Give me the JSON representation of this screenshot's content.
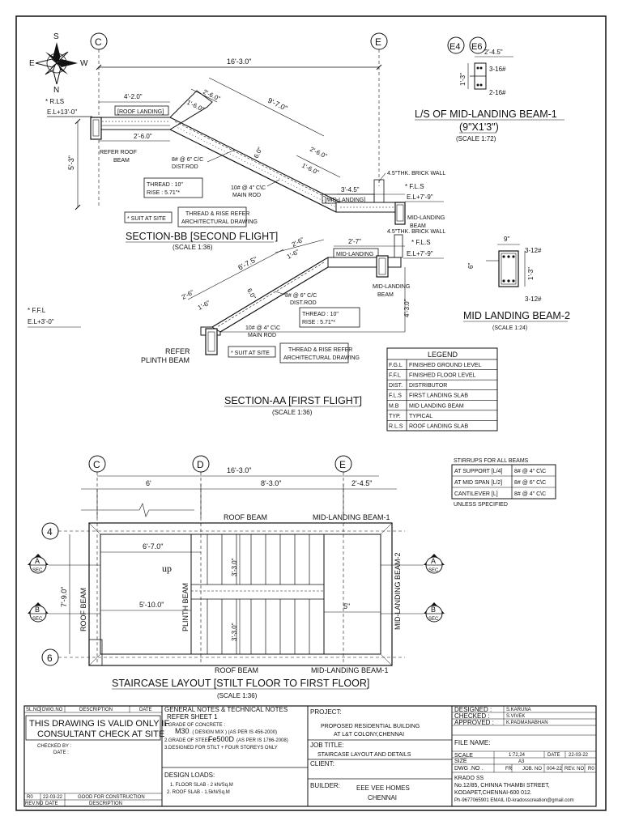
{
  "compass": {
    "n": "N",
    "s": "S",
    "e": "E",
    "w": "W"
  },
  "grid": {
    "c": "C",
    "d": "D",
    "e": "E",
    "e4": "E4",
    "e6": "E6",
    "r4": "4",
    "r6": "6"
  },
  "section_bb": {
    "title": "SECTION-BB [SECOND FLIGHT]",
    "scale": "(SCALE 1:36)",
    "overall": "16'-3.0\"",
    "rls": "* R.LS",
    "el_top": "E.L+13'-0\"",
    "roof_landing_span": "4'-2.0\"",
    "roof_landing": "[ROOF LANDING]",
    "roof_landing_dim": "2'-6.0\"",
    "refer_roof_beam_1": "REFER ROOF",
    "refer_roof_beam_2": "BEAM",
    "height_dim": "5'-3\"",
    "dim_26_top": "2'-6.0\"",
    "dim_16_top": "1'-6.0\"",
    "dim_97": "9'-7.0\"",
    "dim_60": "6.0\"",
    "dim_26_low": "2'-6.0\"",
    "dim_16_low": "1'-6.0\"",
    "dist_rod_1": "8# @ 6\" C/C",
    "dist_rod_2": "DIST.ROD",
    "main_rod_1": "10# @ 4\" C\\C",
    "main_rod_2": "MAIN ROD",
    "tread": "THREAD : 10\"",
    "rise": "RISE     : 5.71\"*",
    "mid_landing_dim": "3'-4.5\"",
    "brick_wall": "4.5\"THK. BRICK WALL",
    "fls": "*   F.L.S",
    "el_mid": "E.L+7'-9\"",
    "mid_landing": "[MID-LANDING]",
    "mid_beam_1": "MID-LANDING",
    "mid_beam_2": "BEAM",
    "suit": "* SUIT AT SITE",
    "refer_arch_1": "THREAD & RISE REFER",
    "refer_arch_2": "ARCHITECTURAL DRAWING"
  },
  "section_aa": {
    "title": "SECTION-AA [FIRST FLIGHT]",
    "scale": "(SCALE 1:36)",
    "brick_wall": "4.5\"THK. BRICK WALL",
    "fls": "* F.L.S",
    "el_mid": "E.L+7'-9\"",
    "mid_landing_dim": "2'-7\"",
    "mid_landing": "MID-LANDING",
    "dim_26_top": "2'-6\"",
    "dim_16_top": "1'-6\"",
    "dim_75": "6'-7.5\"",
    "dim_60": "6.0\"",
    "dist_rod_1": "8# @ 6\" C/C",
    "dist_rod_2": "DIST.ROD",
    "dim_26_low": "2'-6\"",
    "dim_16_low": "1'-6\"",
    "main_rod_1": "10# @ 4\" C\\C",
    "main_rod_2": "MAIN ROD",
    "mid_beam_1": "MID-LANDING",
    "mid_beam_2": "BEAM",
    "height_dim": "4'-3.0\"",
    "ffl": "* F.F.L",
    "el_bottom": "E.L+3'-0\"",
    "tread": "THREAD : 10\"",
    "rise": "RISE     : 5.71\"*",
    "refer_plinth_1": "REFER",
    "refer_plinth_2": "PLINTH BEAM",
    "suit": "* SUIT AT SITE",
    "refer_arch_1": "THREAD & RISE REFER",
    "refer_arch_2": "ARCHITECTURAL DRAWING"
  },
  "beam1": {
    "title": "L/S OF MID-LANDING BEAM-1",
    "size": "(9\"X1'3\")",
    "scale": "(SCALE 1:72)",
    "dim_w": "2'-4.5\"",
    "top_bars": "3-16#",
    "bot_bars": "2-16#",
    "dim_h": "1'-3\""
  },
  "beam2": {
    "title": "MID LANDING BEAM-2",
    "scale": "(SCALE 1:24)",
    "dim_w": "9\"",
    "top_bars": "3-12#",
    "bot_bars": "3-12#",
    "dim_h": "1'-3\"",
    "dim_6": "6\""
  },
  "legend": {
    "title": "LEGEND",
    "rows": [
      {
        "abbr": "F.G.L",
        "desc": "FINISHED GROUND LEVEL"
      },
      {
        "abbr": "F.F.L",
        "desc": "FINISHED FLOOR LEVEL"
      },
      {
        "abbr": "DIST.",
        "desc": "DISTRIBUTOR"
      },
      {
        "abbr": "F.L.S",
        "desc": "FIRST LANDING SLAB"
      },
      {
        "abbr": "M.B",
        "desc": "MID LANDING BEAM"
      },
      {
        "abbr": "TYP.",
        "desc": "TYPICAL"
      },
      {
        "abbr": "R.L.S",
        "desc": "ROOF LANDING SLAB"
      }
    ]
  },
  "stirrups": {
    "title": "STIRRUPS FOR ALL BEAMS",
    "rows": [
      {
        "loc": "AT SUPPORT [L/4]",
        "val": "8# @ 4\" C\\C"
      },
      {
        "loc": "AT MID SPAN [L/2]",
        "val": "8# @ 6\" C\\C"
      },
      {
        "loc": "CANTILEVER [L]",
        "val": "8# @ 4\" C\\C"
      }
    ],
    "note": "UNLESS SPECIFIED"
  },
  "layout": {
    "title": "STAIRCASE LAYOUT [STILT FLOOR TO FIRST FLOOR]",
    "scale": "(SCALE 1:36)",
    "overall": "16'-3.0\"",
    "dim_6": "6'",
    "dim_83": "8'-3.0\"",
    "dim_245": "2'-4.5\"",
    "roof_beam_top": "ROOF BEAM",
    "mid_beam_top": "MID-LANDING BEAM-1",
    "roof_beam_bottom": "ROOF BEAM",
    "mid_beam_bottom": "MID-LANDING BEAM-1",
    "roof_beam_left": "ROOF BEAM",
    "plinth_beam": "PLINTH BEAM",
    "mid_beam_right": "MID-LANDING BEAM-2",
    "dim_670": "6'-7.0\"",
    "dim_5100": "5'-10.0\"",
    "dim_79": "7'-9.0\"",
    "dim_33a": "3'-3.0\"",
    "dim_33b": "3'-3.0\"",
    "dim_5in": "5\"",
    "up": "up",
    "sec_a": "A",
    "sec_b": "B",
    "sec": "SEC"
  },
  "title_block": {
    "rev_headers": [
      "SL.NO",
      "DWG.NO",
      "DESCRIPTION",
      "DATE"
    ],
    "rev_footer": [
      "REV.NO",
      "DATE",
      "DESCRIPTION"
    ],
    "rev_row": {
      "no": "R0",
      "date": "22-03-22",
      "desc": "GOOD FOR CONSTRUCTION"
    },
    "valid_1": "THIS DRAWING IS VALID ONLY IF",
    "valid_2": "CONSULTANT CHECK AT SITE",
    "checked_by": "CHECKED BY :",
    "date_label": "DATE :",
    "notes_title": "GENERAL NOTES & TECHNICAL NOTES",
    "notes_sub": "REFER SHEET 1",
    "note_1": "1.GRADE OF CONCRETE :",
    "concrete": "M30",
    "concrete_note": ". ( DESIGN MIX )   (AS PER IS 456-2000)",
    "note_2": "2.GRADE OF STEEL :",
    "steel": "Fe500D",
    "steel_note": "(AS PER IS 1786-2008)",
    "note_3": "3.DESIGNED FOR STILT + FOUR STOREYS ONLY",
    "loads_title": "DESIGN LOADS:",
    "load_1": "1.  FLOOR SLAB - 2 kN/Sq.M",
    "load_2": "2.  ROOF SLAB  - 1.5kN/Sq.M",
    "project_label": "PROJECT:",
    "project_1": "PROPOSED RESIDENTIAL BUILDING",
    "project_2": "AT L&T COLONY,CHENNAI",
    "job_label": "JOB TITLE:",
    "job": "STAIRCASE LAYOUT AND DETAILS",
    "client_label": "CLIENT:",
    "builder_label": "BUILDER:",
    "builder_1": "EEE VEE HOMES",
    "builder_2": "CHENNAI",
    "designed_label": "DESIGNED :",
    "designed": "S.KARUNA",
    "checked_label": "CHECKED :",
    "checked": "S.VIVEK",
    "approved_label": "APPROVED :",
    "approved": "K.PADMANABHAN",
    "file_label": "FILE NAME:",
    "scale_label": "SCALE",
    "scale_val": "1:72,24",
    "date_hdr": "DATE",
    "date_val": "22-03-22",
    "size_label": "SIZE",
    "size_val": "A3",
    "dwg_label": "DWG .NO .",
    "dwg_fr": "FR",
    "job_no_label": "JOB. NO",
    "job_no": "004-22",
    "rev_no_label": "REV. NO",
    "rev_no": "R0",
    "firm_1": "KRADO SS",
    "firm_2": "No.12/85, CHINNA THAMBI STREET,",
    "firm_3": "KODAPET,CHENNAI-600 012.",
    "firm_4": "Ph-9677065901 EMAIL ID-kradosscreation@gmail.com"
  }
}
